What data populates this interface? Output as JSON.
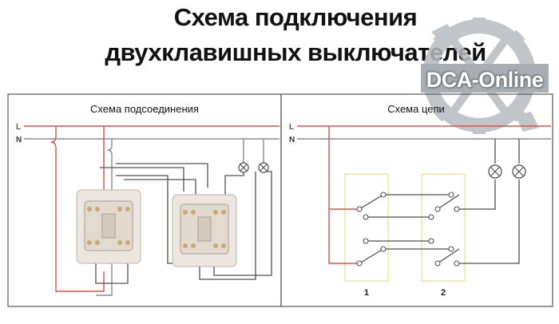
{
  "title": {
    "line1": "Схема подключения",
    "line2": "двухклавишных выключателей"
  },
  "watermark": "DCA-Online",
  "left_panel": {
    "heading": "Схема подсоединения",
    "line_l": "L",
    "line_n": "N"
  },
  "right_panel": {
    "heading": "Схема цепи",
    "line_l": "L",
    "line_n": "N",
    "switch_1": "1",
    "switch_2": "2"
  },
  "colors": {
    "phase_wire": "#e0504a",
    "neutral_wire": "#8a8a9a",
    "control_wire": "#505050",
    "frame_box": "#f0e6a0",
    "watermark_gray": "#9aa0a6"
  }
}
